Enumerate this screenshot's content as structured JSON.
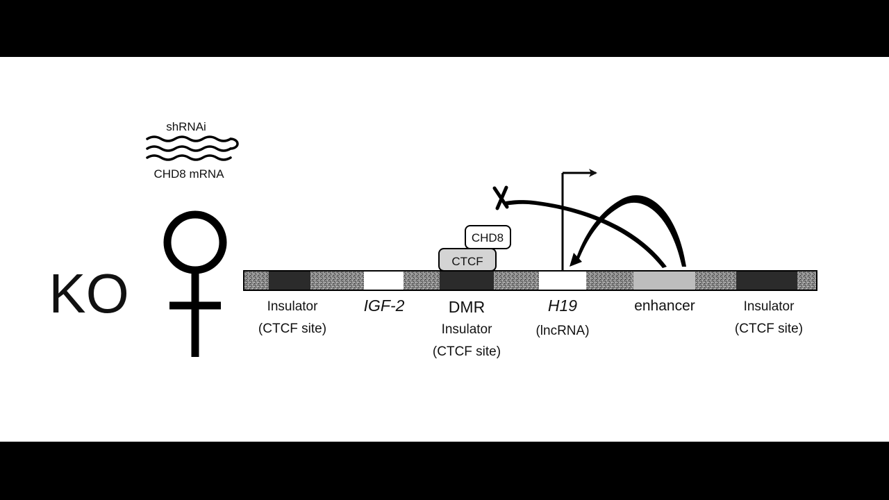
{
  "ko_label": "KO",
  "shrna": {
    "top_label": "shRNAi",
    "bottom_label": "CHD8 mRNA"
  },
  "proteins": {
    "ctcf": "CTCF",
    "chd8": "CHD8"
  },
  "regions": {
    "insulator_left": {
      "line1": "Insulator",
      "line2": "(CTCF site)"
    },
    "igf2": "IGF-2",
    "dmr": {
      "line1": "DMR",
      "line2": "Insulator",
      "line3": "(CTCF site)"
    },
    "h19": {
      "line1": "H19",
      "line2": "(lncRNA)"
    },
    "enhancer": "enhancer",
    "insulator_right": {
      "line1": "Insulator",
      "line2": "(CTCF site)"
    }
  },
  "colors": {
    "background": "#ffffff",
    "letterbox": "#000000",
    "insulator_block": "#2b2b2b",
    "enhancer_block": "#bdbdbd",
    "ctcf_box": "#d4d4d4",
    "chd8_box": "#ffffff",
    "gene_block": "#ffffff"
  },
  "icons": {
    "female_symbol": "female-symbol-icon",
    "blocked_mark": "x-mark-icon"
  }
}
